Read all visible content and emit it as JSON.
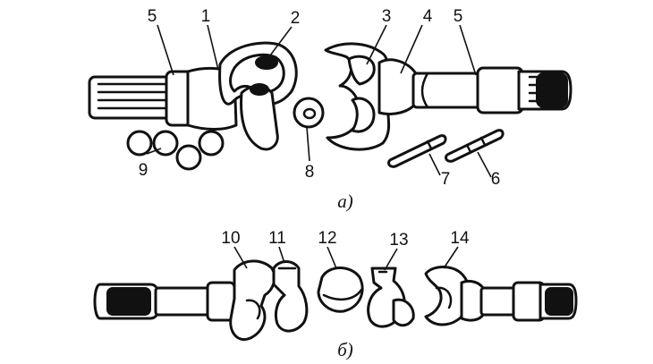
{
  "diagram": {
    "parts_a": [
      {
        "id": "label-5-left",
        "text": "5"
      },
      {
        "id": "label-1",
        "text": "1"
      },
      {
        "id": "label-2",
        "text": "2"
      },
      {
        "id": "label-3",
        "text": "3"
      },
      {
        "id": "label-4",
        "text": "4"
      },
      {
        "id": "label-5-right",
        "text": "5"
      },
      {
        "id": "label-9",
        "text": "9"
      },
      {
        "id": "label-8",
        "text": "8"
      },
      {
        "id": "label-7",
        "text": "7"
      },
      {
        "id": "label-6",
        "text": "6"
      }
    ],
    "parts_b": [
      {
        "id": "label-10",
        "text": "10"
      },
      {
        "id": "label-11",
        "text": "11"
      },
      {
        "id": "label-12",
        "text": "12"
      },
      {
        "id": "label-13",
        "text": "13"
      },
      {
        "id": "label-14",
        "text": "14"
      }
    ],
    "caption_a": "а)",
    "caption_b": "б)",
    "colors": {
      "ink": "#111111",
      "paper": "#ffffff"
    }
  }
}
